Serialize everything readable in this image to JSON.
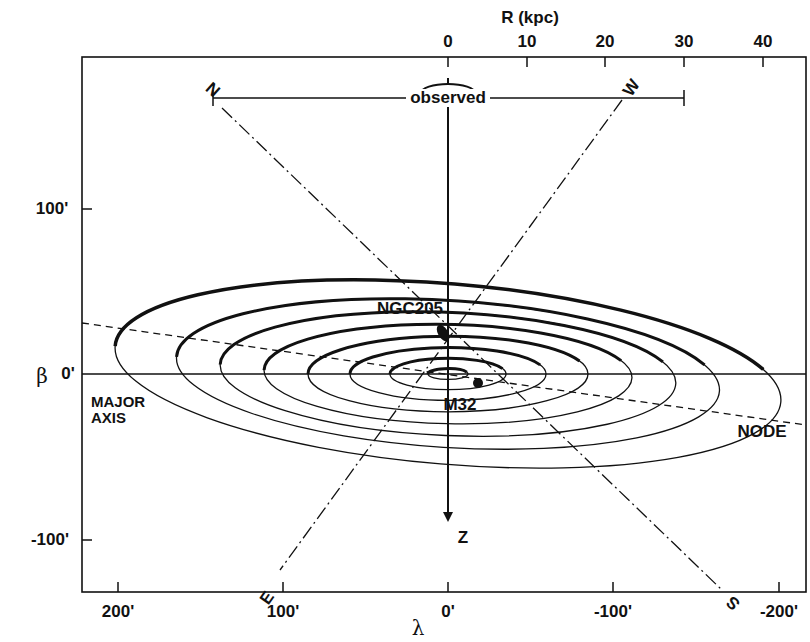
{
  "diagram": {
    "labels": [
      "R (kpc)",
      "0",
      "10",
      "20",
      "30",
      "40",
      "observed",
      "N",
      "W",
      "100'",
      "β",
      "0'",
      "-100'",
      "NGC205",
      "MAJOR AXIS",
      "M32",
      "NODE",
      "Z",
      "E",
      "S",
      "200'",
      "100'",
      "0'",
      "-100'",
      "-200'",
      "λ"
    ]
  }
}
